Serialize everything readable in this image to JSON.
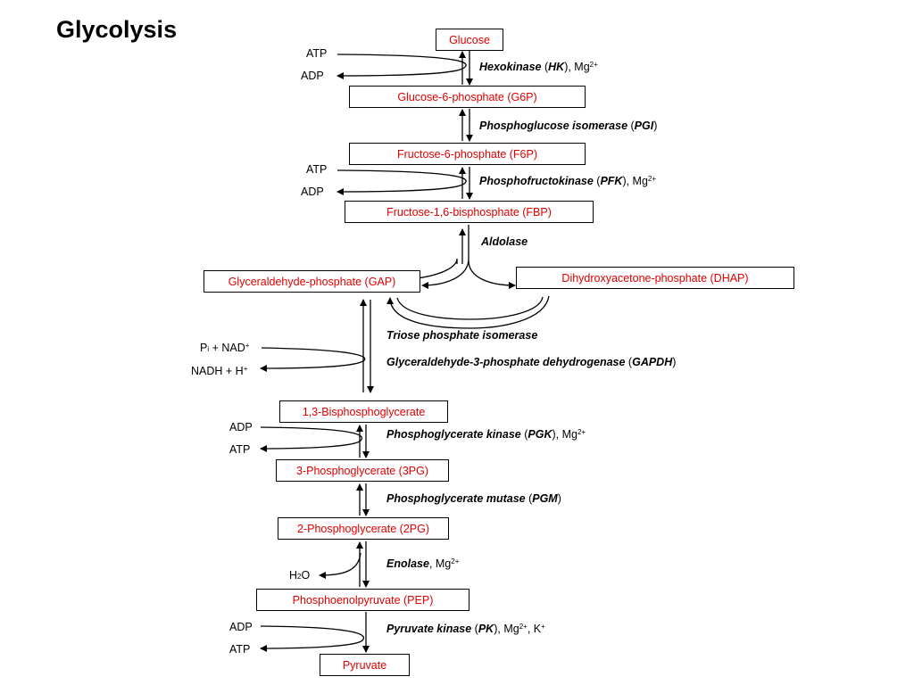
{
  "title": "Glycolysis",
  "metabolites": {
    "glucose": "Glucose",
    "g6p": "Glucose-6-phosphate (G6P)",
    "f6p": "Fructose-6-phosphate (F6P)",
    "fbp": "Fructose-1,6-bisphosphate (FBP)",
    "gap": "Glyceraldehyde-phosphate (GAP)",
    "dhap": "Dihydroxyacetone-phosphate (DHAP)",
    "bpg13": "1,3-Bisphosphoglycerate",
    "pg3": "3-Phosphoglycerate (3PG)",
    "pg2": "2-Phosphoglycerate (2PG)",
    "pep": "Phosphoenolpyruvate (PEP)",
    "pyruvate": "Pyruvate"
  },
  "cofactors": {
    "atp": "ATP",
    "adp": "ADP",
    "pi": "P",
    "pi_sub": "i",
    "nad": " + NAD",
    "nadh": "NADH + H",
    "plus": "+",
    "h2o_h": "H",
    "h2o_2": "2",
    "h2o_o": "O"
  },
  "enzymes": {
    "hk": {
      "name": "Hexokinase",
      "abbr": "HK",
      "pre": " (",
      "post": "), Mg",
      "sup": "2+"
    },
    "pgi": {
      "name": "Phosphoglucose isomerase",
      "abbr": "PGI",
      "pre": " (",
      "post": ")"
    },
    "pfk": {
      "name": "Phosphofructokinase",
      "abbr": "PFK",
      "pre": " (",
      "post": "), Mg",
      "sup": "2+"
    },
    "aldolase": {
      "name": "Aldolase"
    },
    "tpi": {
      "name": "Triose phosphate isomerase"
    },
    "gapdh": {
      "name": "Glyceraldehyde-3-phosphate dehydrogenase",
      "abbr": "GAPDH",
      "pre": " (",
      "post": ")"
    },
    "pgk": {
      "name": "Phosphoglycerate kinase",
      "abbr": "PGK",
      "pre": " (",
      "post": "), Mg",
      "sup": "2+"
    },
    "pgm": {
      "name": "Phosphoglycerate mutase",
      "abbr": "PGM",
      "pre": " (",
      "post": ")"
    },
    "enolase": {
      "name": "Enolase",
      "post": ", Mg",
      "sup": "2+"
    },
    "pk": {
      "name": "Pyruvate kinase",
      "abbr": "PK",
      "pre": " (",
      "post": "), Mg",
      "sup": "2+",
      "post2": ", K",
      "sup2": "+"
    }
  },
  "colors": {
    "metabolite_text": "#e00000",
    "line": "#000000"
  }
}
